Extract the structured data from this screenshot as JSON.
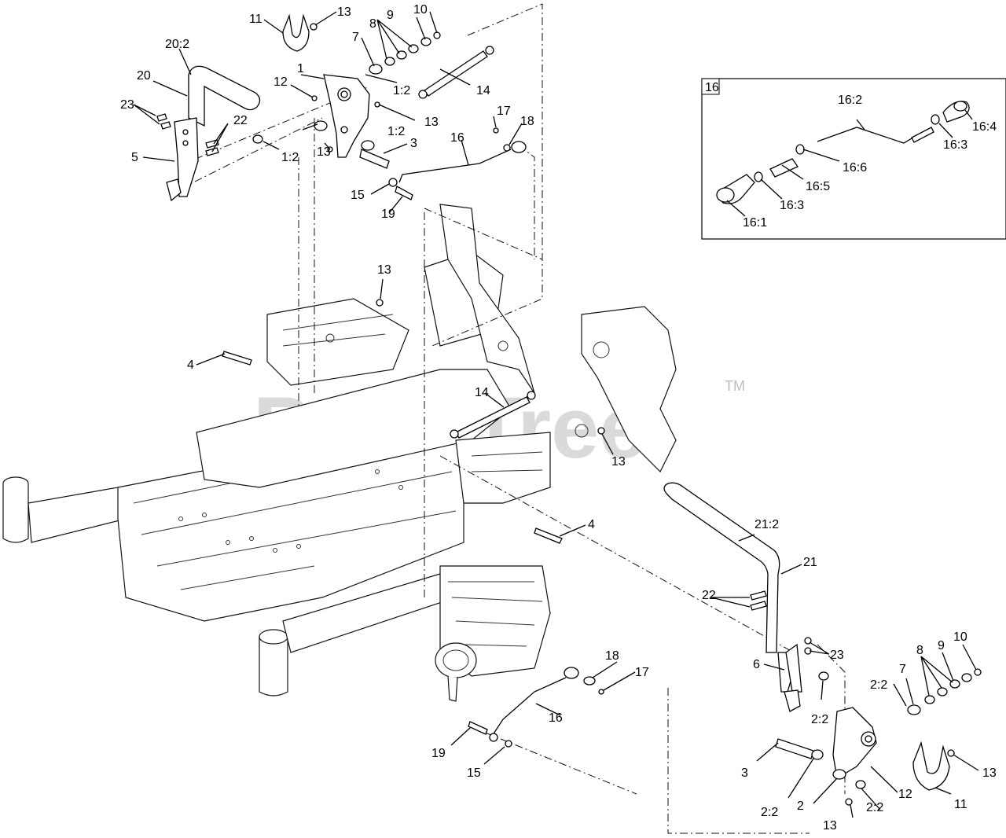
{
  "watermark": {
    "text": "PartsTree",
    "tm": "TM"
  },
  "inset": {
    "tag": "16"
  },
  "callouts": [
    "11",
    "13",
    "9",
    "10",
    "8",
    "7",
    "20:2",
    "20",
    "12",
    "1",
    "1:2",
    "14",
    "23",
    "22",
    "13",
    "5",
    "1:2",
    "1:2",
    "17",
    "18",
    "16",
    "3",
    "13",
    "15",
    "19",
    "13",
    "4",
    "14",
    "13",
    "4",
    "21:2",
    "21",
    "22",
    "23",
    "6",
    "10",
    "9",
    "8",
    "7",
    "2:2",
    "2:2",
    "18",
    "17",
    "16",
    "19",
    "15",
    "3",
    "2:2",
    "2",
    "12",
    "2:2",
    "13",
    "11",
    "13",
    "16:2",
    "16:4",
    "16:3",
    "16:6",
    "16:5",
    "16:3",
    "16:1"
  ]
}
